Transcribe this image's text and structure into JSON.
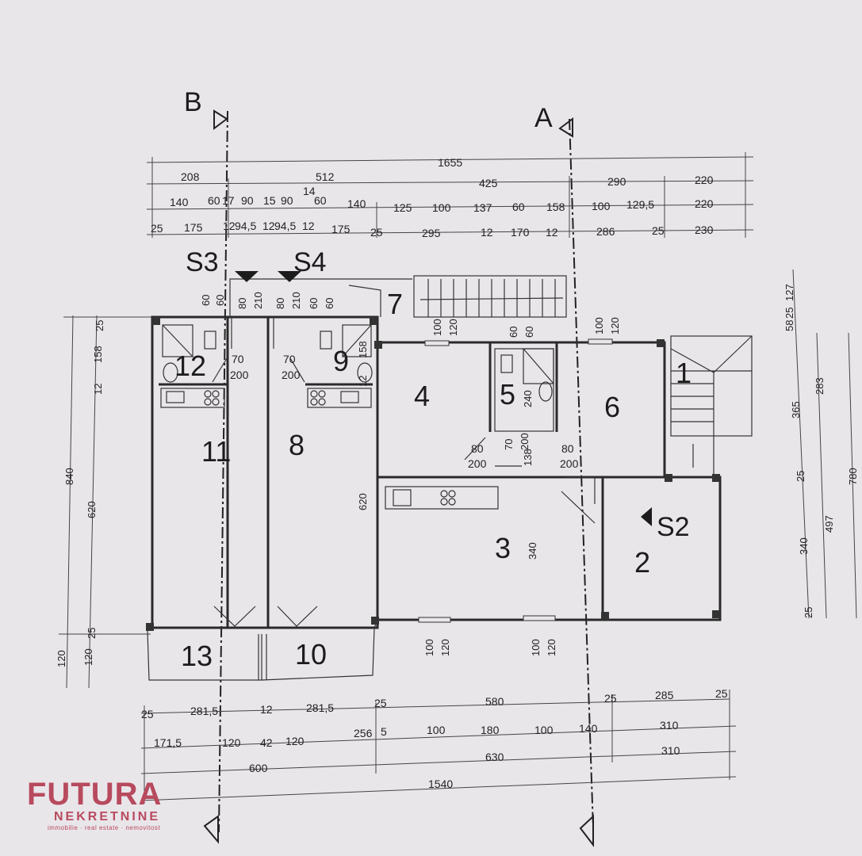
{
  "axes": {
    "a": "A",
    "b": "B"
  },
  "sections": {
    "s2": "S2",
    "s3": "S3",
    "s4": "S4"
  },
  "rooms": [
    "1",
    "2",
    "3",
    "4",
    "5",
    "6",
    "7",
    "8",
    "9",
    "10",
    "11",
    "12",
    "13"
  ],
  "dims_top": {
    "row1": [
      "1655"
    ],
    "row2": [
      "208",
      "512",
      "425",
      "290",
      "220"
    ],
    "row3": [
      "140",
      "60",
      "17",
      "90",
      "15",
      "90",
      "14",
      "60",
      "140",
      "125",
      "100",
      "137",
      "60",
      "158",
      "100",
      "129,5",
      "220"
    ],
    "row4": [
      "25",
      "175",
      "12",
      "94,5",
      "12",
      "94,5",
      "12",
      "175",
      "25",
      "295",
      "12",
      "170",
      "12",
      "286",
      "25",
      "230"
    ]
  },
  "dims_bottom": {
    "row1": [
      "25",
      "281,5",
      "12",
      "281,5",
      "25",
      "580",
      "25",
      "285",
      "25"
    ],
    "row2": [
      "171,5",
      "120",
      "42",
      "120",
      "256",
      "5",
      "100",
      "180",
      "100",
      "140",
      "310"
    ],
    "row3": [
      "600",
      "630",
      "310"
    ],
    "row4": [
      "1540"
    ]
  },
  "dims_left": {
    "outer": [
      "840"
    ],
    "inner": [
      "25",
      "158",
      "12",
      "620",
      "25",
      "120"
    ],
    "bottom": [
      "120"
    ]
  },
  "dims_right": {
    "a": [
      "127",
      "25",
      "58",
      "365",
      "25",
      "340",
      "25"
    ],
    "b": [
      "283",
      "497"
    ],
    "c": [
      "780"
    ]
  },
  "openings": {
    "s3_door": [
      "60",
      "60"
    ],
    "s4_door": [
      "80",
      "210"
    ],
    "s4_door2": [
      "80",
      "210"
    ],
    "s4_window": [
      "60",
      "60"
    ],
    "room4_win": [
      "100",
      "120"
    ],
    "room5_win": [
      "60",
      "60"
    ],
    "room6_win": [
      "100",
      "120"
    ],
    "door12": [
      "70",
      "200"
    ],
    "door9": [
      "70",
      "200"
    ],
    "d158": "158",
    "d12": "12",
    "door4": [
      "80",
      "200"
    ],
    "door5": [
      "70",
      "200"
    ],
    "d240": "240",
    "d138": "138",
    "door6": [
      "80",
      "200"
    ],
    "d620": "620",
    "d340": "340",
    "win3a": [
      "100",
      "120"
    ],
    "win3b": [
      "100",
      "120"
    ]
  },
  "logo": {
    "brand": "FUTURA",
    "sub": "NEKRETNINE",
    "tag": "immobilie · real estate · nemovitost"
  }
}
